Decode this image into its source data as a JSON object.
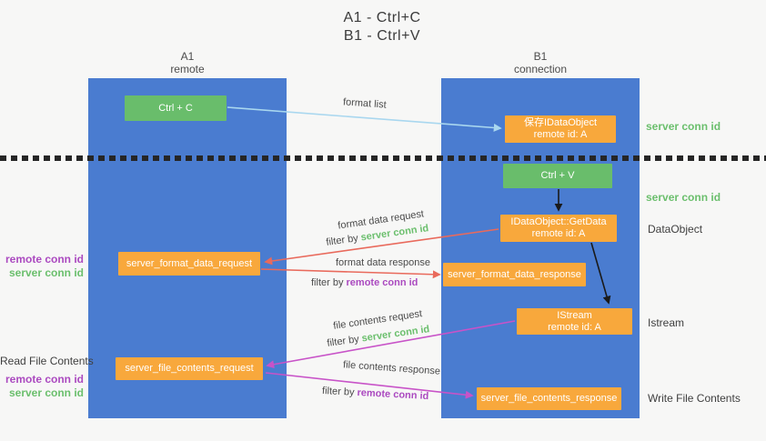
{
  "title": {
    "line1": "A1 - Ctrl+C",
    "line2": "B1 - Ctrl+V"
  },
  "lanes": {
    "left": {
      "name": "A1",
      "role": "remote"
    },
    "right": {
      "name": "B1",
      "role": "connection"
    }
  },
  "nodes": {
    "ctrl_c": {
      "label": "Ctrl + C"
    },
    "ctrl_v": {
      "label": "Ctrl + V"
    },
    "save_dataobject": {
      "line1": "保存IDataObject",
      "line2": "remote id: A"
    },
    "getdata": {
      "line1": "IDataObject::GetData",
      "line2": "remote id: A"
    },
    "istream": {
      "line1": "IStream",
      "line2": "remote id: A"
    },
    "server_format_data_request": {
      "label": "server_format_data_request"
    },
    "server_format_data_response": {
      "label": "server_format_data_response"
    },
    "server_file_contents_request": {
      "label": "server_file_contents_request"
    },
    "server_file_contents_response": {
      "label": "server_file_contents_response"
    }
  },
  "edge_labels": {
    "format_list": "format list",
    "format_data_request": "format data request",
    "format_data_response": "format data response",
    "file_contents_request": "file contents request",
    "file_contents_response": "file contents response",
    "filter_by": "filter by",
    "server_conn_id": "server conn id",
    "remote_conn_id": "remote conn id"
  },
  "side_labels": {
    "right_server_conn_id_top": "server conn id",
    "right_server_conn_id_mid": "server conn id",
    "dataobject": "DataObject",
    "istream": "Istream",
    "write_file_contents": "Write File Contents",
    "left_remote_conn_id_top": "remote conn id",
    "left_server_conn_id_top": "server conn id",
    "read_file_contents": "Read File Contents",
    "left_remote_conn_id_bottom": "remote conn id",
    "left_server_conn_id_bottom": "server conn id"
  },
  "colors": {
    "lane_blue": "#4a7cd0",
    "node_orange": "#f8a83c",
    "node_green": "#69bd6b",
    "conn_green_text": "#6bbf6d",
    "conn_purple_text": "#ab4ac0",
    "arrow_red": "#e96a5c",
    "arrow_magenta": "#c853c8",
    "arrow_lightblue": "#a9d7ef",
    "arrow_black": "#1a1a1a"
  }
}
